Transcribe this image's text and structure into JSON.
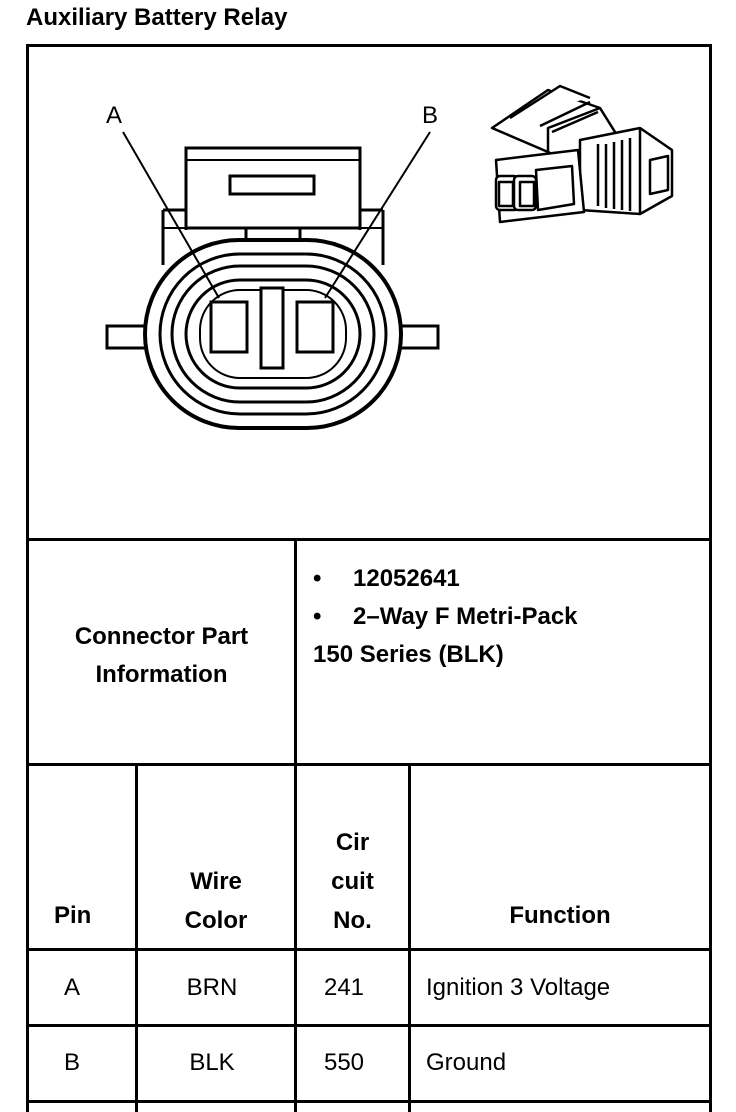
{
  "title": "Auxiliary Battery Relay",
  "diagram": {
    "pin_a_label": "A",
    "pin_b_label": "B"
  },
  "connector_info": {
    "header_line1": "Connector Part",
    "header_line2": "Information",
    "bullets": [
      "12052641",
      "2–Way F Metri-Pack"
    ],
    "continuation": "150 Series (BLK)"
  },
  "table": {
    "headers": {
      "pin": "Pin",
      "wire_line1": "Wire",
      "wire_line2": "Color",
      "circuit_line1": "Cir",
      "circuit_line2": "cuit",
      "circuit_line3": "No.",
      "function": "Function"
    },
    "rows": [
      {
        "pin": "A",
        "color": "BRN",
        "circuit": "241",
        "function": "Ignition 3 Voltage"
      },
      {
        "pin": "B",
        "color": "BLK",
        "circuit": "550",
        "function": "Ground"
      }
    ]
  }
}
